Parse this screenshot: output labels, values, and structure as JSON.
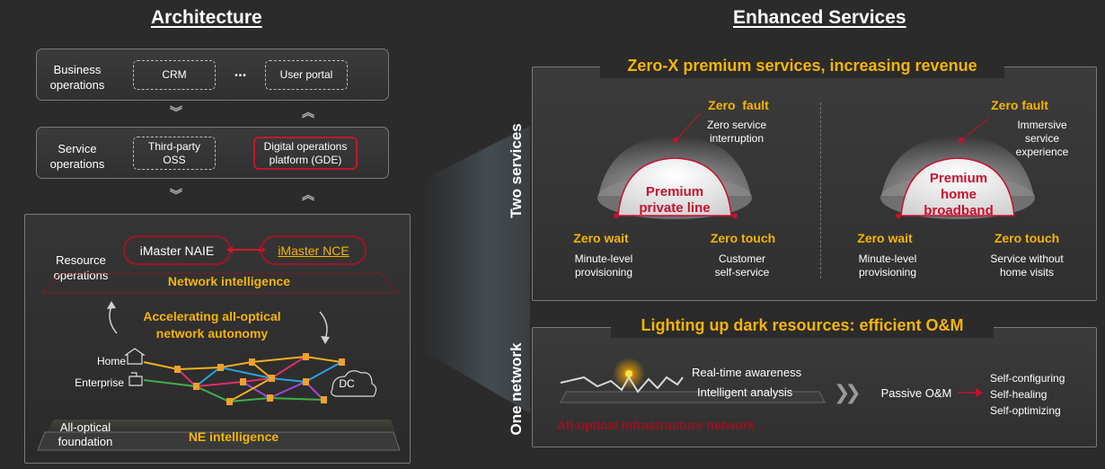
{
  "left": {
    "heading": "Architecture",
    "business": {
      "label": "Business\noperations",
      "crm": "CRM",
      "ellipsis": "•••",
      "portal": "User portal"
    },
    "service": {
      "label": "Service\noperations",
      "oss": "Third-party\nOSS",
      "gde": "Digital operations\nplatform (GDE)"
    },
    "resource": {
      "label": "Resource\noperations",
      "naie": "iMaster NAIE",
      "nce": "iMaster NCE",
      "network_intelligence": "Network intelligence",
      "autonomy": "Accelerating all-optical\nnetwork autonomy",
      "home": "Home",
      "enterprise": "Enterprise",
      "dc": "DC",
      "foundation": "All-optical\nfoundation",
      "ne_intelligence": "NE intelligence"
    }
  },
  "right": {
    "heading": "Enhanced Services",
    "two_services": {
      "side_label": "Two services",
      "title": "Zero-X premium services, increasing revenue",
      "left_dome": {
        "fault_title": "Zero  fault",
        "fault_desc": "Zero service\ninterruption",
        "center": "Premium\nprivate line",
        "wait_title": "Zero wait",
        "wait_desc": "Minute-level\nprovisioning",
        "touch_title": "Zero touch",
        "touch_desc": "Customer\nself-service"
      },
      "right_dome": {
        "fault_title": "Zero fault",
        "fault_desc": "Immersive\nservice\nexperience",
        "center": "Premium\nhome\nbroadband",
        "wait_title": "Zero wait",
        "wait_desc": "Minute-level\nprovisioning",
        "touch_title": "Zero touch",
        "touch_desc": "Service without\nhome visits"
      }
    },
    "one_network": {
      "side_label": "One network",
      "title": "Lighting up dark resources: efficient O&M",
      "awareness": "Real-time awareness",
      "analysis": "Intelligent analysis",
      "infra": "All-optical infrastructure network",
      "passive": "Passive O&M",
      "self_items": [
        "Self-configuring",
        "Self-healing",
        "Self-optimizing"
      ]
    }
  },
  "colors": {
    "accent": "#f7b500",
    "red": "#c8102e",
    "bg": "#2b2b2b"
  }
}
